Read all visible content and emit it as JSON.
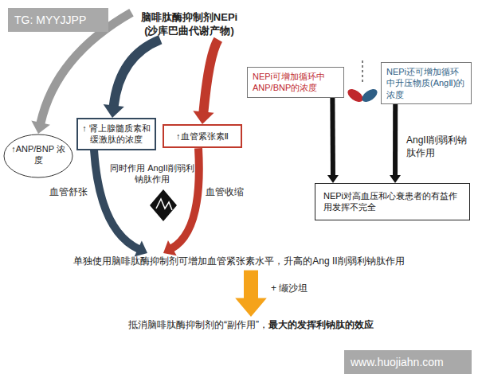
{
  "diagram": {
    "nodes": [
      {
        "text": [
          "脑啡肽酶抑制剂NEPi (沙库巴曲代谢产物)"
        ]
      },
      {
        "text": [
          "↑ANP/BNP 浓度"
        ]
      },
      {
        "text": [
          "↑ 肾上腺髓质素和缓激肽的浓度"
        ]
      },
      {
        "text": [
          "↑血管紧张素Ⅱ"
        ]
      },
      {
        "text": [
          "单独使用脑啡肽酶抑制剂可增加血管紧张素水平，升高的Ang II削弱利钠肽作用"
        ]
      },
      {
        "text": [
          "抵消脑啡肽酶抑制剂的“副作用”，",
          "最大的发挥利钠肽的效应"
        ]
      },
      {
        "text": [
          "NEPi可增加循环中ANP/BNP的浓度"
        ]
      },
      {
        "text": [
          "NEPi还可增加循环中升压物质(AngⅡ)的浓度"
        ]
      },
      {
        "text": [
          "NEPi对高血压和心衰患者的有益作用发挥不完全"
        ]
      }
    ],
    "edges": [
      {
        "from": 0,
        "to": 1,
        "arrow": "to"
      },
      {
        "from": 0,
        "to": 2,
        "arrow": "to"
      },
      {
        "from": 0,
        "to": 3,
        "arrow": "to"
      },
      {
        "from": 2,
        "to": 4,
        "arrow": "to"
      },
      {
        "from": 3,
        "to": 4,
        "arrow": "to"
      },
      {
        "from": 4,
        "to": 5,
        "label": "+ 缬沙坦",
        "arrow": "to"
      },
      {
        "from": 6,
        "to": 8,
        "arrow": "to"
      },
      {
        "from": 7,
        "to": 8,
        "label": "AngII削弱利钠肽作用",
        "arrow": "to"
      }
    ],
    "labels": [
      "TG: MYYJJPP",
      "血管舒张",
      "同时作用 AngII削弱利钠肽作用",
      "血管收缩",
      "www.huojiahn.com"
    ]
  }
}
